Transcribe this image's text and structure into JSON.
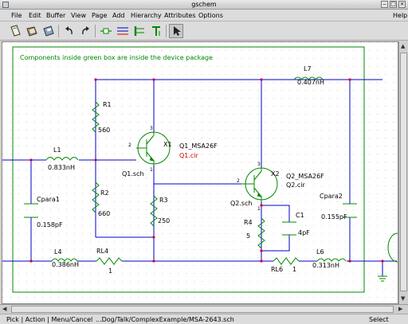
{
  "window": {
    "title": "gschem",
    "help": "Help"
  },
  "menu": [
    "File",
    "Edit",
    "Buffer",
    "View",
    "Page",
    "Add",
    "Hierarchy",
    "Attributes",
    "Options"
  ],
  "toolbar": [
    "new-icon",
    "open-icon",
    "save-icon",
    "undo-icon",
    "redo-icon",
    "component-icon",
    "net-icon",
    "bus-icon",
    "text-icon",
    "select-icon"
  ],
  "schematic": {
    "note": "Components inside green box are inside the device package",
    "labels": {
      "r1": "R1",
      "r1v": "560",
      "l1": "L1",
      "l1v": "0.833nH",
      "cpara1": "Cpara1",
      "cpara1v": "0.158pF",
      "r2": "R2",
      "r2v": "660",
      "r3": "R3",
      "r3v": "250",
      "l4": "L4",
      "l4v": "0.386nH",
      "rl4": "RL4",
      "rl4v": "1",
      "x1": "X1",
      "x1m": "Q1_MSA26F",
      "x1c": "Q1.cir",
      "x1s": "Q1.sch",
      "x2": "X2",
      "x2m": "Q2_MSA26F",
      "x2c": "Q2.cir",
      "x2s": "Q2.sch",
      "l7": "L7",
      "l7v": "0.407nH",
      "cpara2": "Cpara2",
      "cpara2v": "0.155pF",
      "r4": "R4",
      "r4v": "5",
      "c1": "C1",
      "c1v": "4pF",
      "rl6": "RL6",
      "rl6v": "1",
      "l6": "L6",
      "l6v": "0.313nH",
      "p1": "1",
      "p2": "2",
      "p3": "3",
      "p1b": "1",
      "p2b": "2",
      "p3b": "3"
    }
  },
  "status": {
    "mouse": "Pick | Action | Menu/Cancel",
    "file": "...Dog/Talk/ComplexExample/MSA-2643.sch",
    "mode": "Select Mode"
  },
  "colors": {
    "wire": "#0000cc",
    "component": "#008800",
    "pin": "#aa0000",
    "dot": "#cc0033",
    "attr": "#cc0000"
  }
}
